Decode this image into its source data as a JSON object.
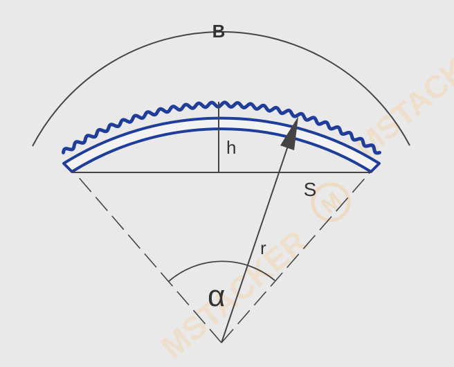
{
  "labels": {
    "arc_length": "B",
    "height": "h",
    "chord": "S",
    "radius": "r",
    "angle": "α"
  },
  "watermark": {
    "text": "MSTACKER",
    "logo_letter": "M"
  },
  "colors": {
    "background": "#e9e9e9",
    "line": "#444444",
    "arc_blue": "#1f3d99",
    "arc_fill": "#f3f3f3",
    "watermark": "#f2d7b4"
  }
}
